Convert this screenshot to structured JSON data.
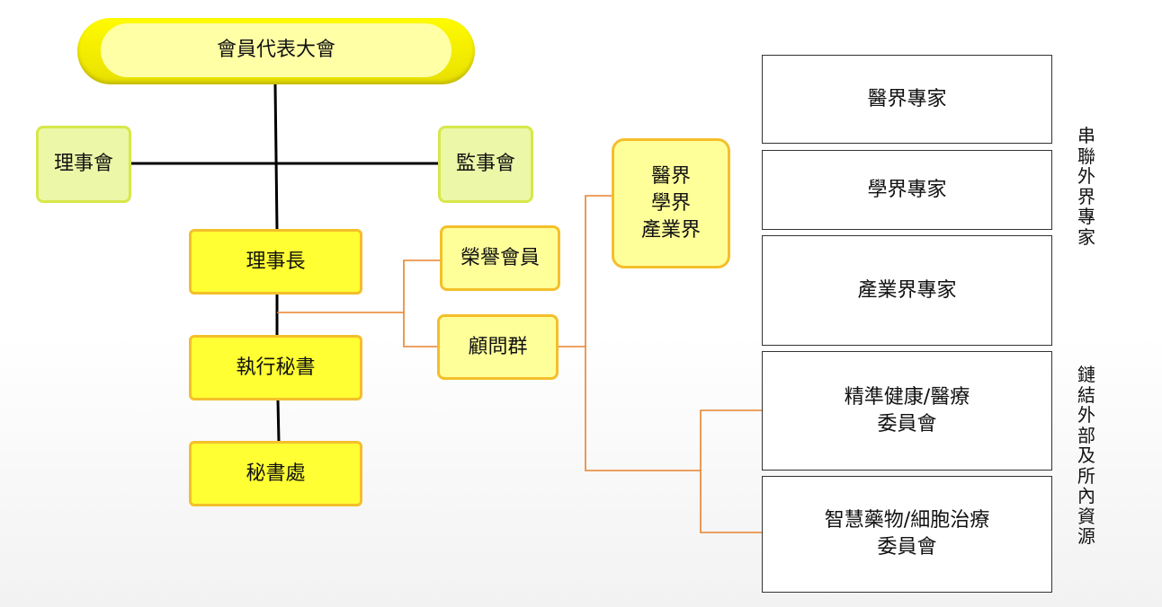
{
  "org_chart": {
    "assembly": "會員代表大會",
    "board_of_directors": "理事會",
    "board_of_supervisors": "監事會",
    "chairman": "理事長",
    "executive_secretary": "執行秘書",
    "secretariat": "秘書處",
    "honorary_members": "榮譽會員",
    "advisors": "顧問群",
    "sectors": [
      "醫界",
      "學界",
      "產業界"
    ],
    "experts": {
      "medical": "醫界專家",
      "academic": "學界專家",
      "industry": "產業界專家"
    },
    "committees": {
      "precision_line1": "精準健康/醫療",
      "precision_line2": "委員會",
      "smart_line1": "智慧藥物/細胞治療",
      "smart_line2": "委員會"
    },
    "side_labels": {
      "external_experts": "串聯外界專家",
      "external_resources": "鏈結外部及所內資源"
    }
  },
  "colors": {
    "connector_black": "#000000",
    "connector_orange": "#e8822e",
    "pill_yellow": "#fffb00",
    "box_green_fill": "#ecf7a8",
    "box_yellow_fill": "#ffff33",
    "box_light_fill": "#ffff9a"
  }
}
